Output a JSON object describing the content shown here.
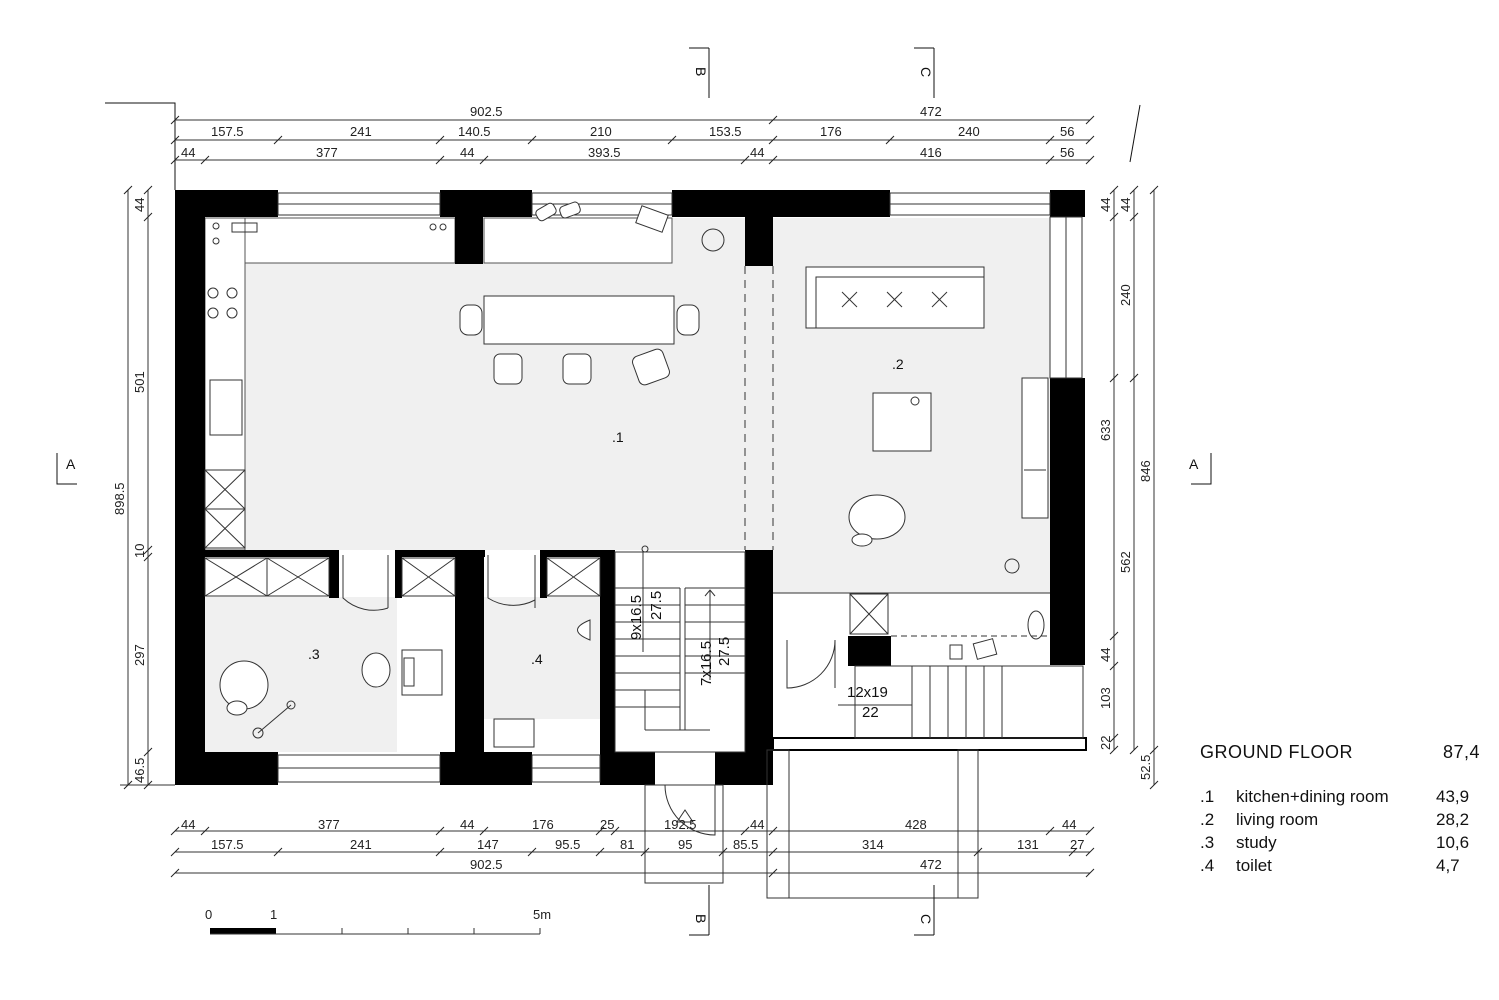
{
  "legend": {
    "title": "GROUND FLOOR",
    "total_area": "87,4",
    "rooms": [
      {
        "no": ".1",
        "name": "kitchen+dining room",
        "area": "43,9"
      },
      {
        "no": ".2",
        "name": "living room",
        "area": "28,2"
      },
      {
        "no": ".3",
        "name": "study",
        "area": "10,6"
      },
      {
        "no": ".4",
        "name": "toilet",
        "area": "4,7"
      }
    ]
  },
  "room_labels": [
    ".1",
    ".2",
    ".3",
    ".4"
  ],
  "sections": {
    "a": "A",
    "b": "B",
    "c": "C"
  },
  "stairs": {
    "main_rise": "9x16.5",
    "main_tread": "27.5",
    "second_rise": "7x16.5",
    "second_tread": "27.5",
    "ext_rise": "12x19",
    "ext_tread": "22"
  },
  "dims_top": {
    "row1": [
      "902.5",
      "472"
    ],
    "row2": [
      "157.5",
      "241",
      "140.5",
      "210",
      "153.5",
      "176",
      "240",
      "56"
    ],
    "row3": [
      "44",
      "377",
      "44",
      "393.5",
      "44",
      "416",
      "56"
    ]
  },
  "dims_bottom": {
    "row1": [
      "44",
      "377",
      "44",
      "176",
      "25",
      "192.5",
      "44",
      "428",
      "44"
    ],
    "row2": [
      "157.5",
      "241",
      "147",
      "95.5",
      "81",
      "95",
      "85.5",
      "314",
      "131",
      "27"
    ],
    "row3": [
      "902.5",
      "472"
    ]
  },
  "dims_left": {
    "outer": "898.5",
    "inner": [
      "44",
      "501",
      "10",
      "297",
      "46.5"
    ]
  },
  "dims_right": {
    "inner": [
      "44",
      "240",
      "633",
      "562",
      "44",
      "103",
      "22"
    ],
    "mid": "44",
    "outer": [
      "846",
      "52.5"
    ]
  },
  "scale": {
    "zero": "0",
    "one": "1",
    "five": "5m"
  }
}
